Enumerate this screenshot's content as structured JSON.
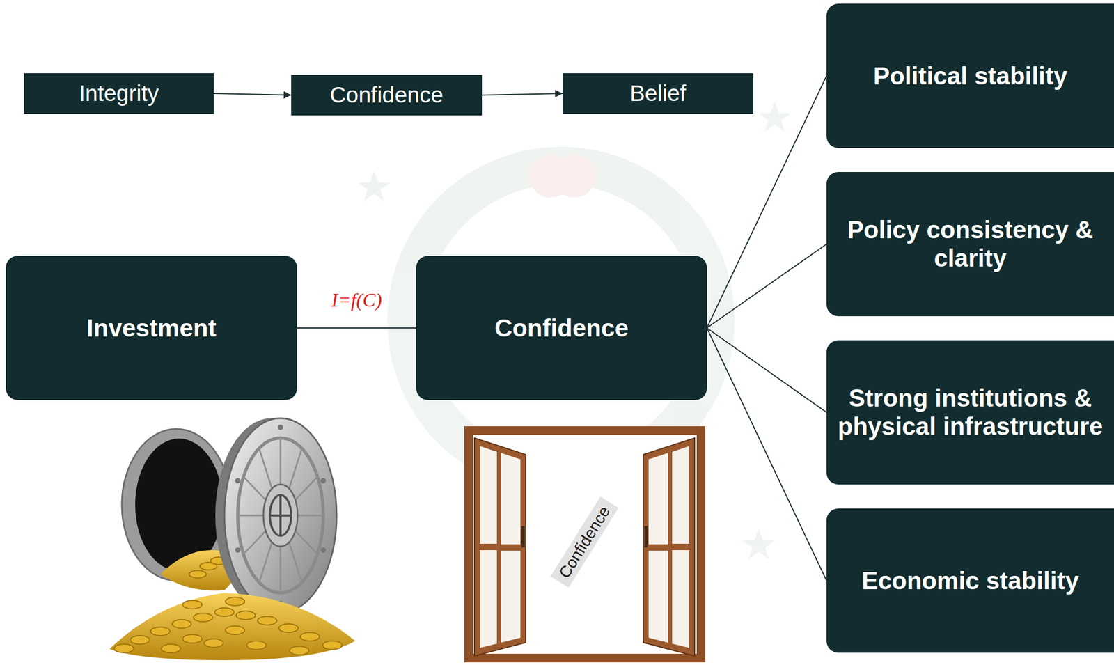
{
  "diagram": {
    "nodes": [
      {
        "text": [
          "Integrity"
        ]
      },
      {
        "text": [
          "Confidence"
        ]
      },
      {
        "text": [
          "Belief"
        ]
      },
      {
        "text": [
          "Investment"
        ]
      },
      {
        "text": [
          "Confidence"
        ]
      },
      {
        "text": [
          "Political stability"
        ]
      },
      {
        "text": [
          "Policy consistency & clarity"
        ]
      },
      {
        "text": [
          "Strong institutions & physical infrastructure"
        ]
      },
      {
        "text": [
          "Economic stability"
        ]
      }
    ],
    "edges": [
      {
        "from": 0,
        "to": 1,
        "arrow": "to"
      },
      {
        "from": 1,
        "to": 2,
        "arrow": "to"
      },
      {
        "from": 3,
        "to": 4,
        "label": "I=f(C)",
        "arrow": "none"
      },
      {
        "from": 4,
        "to": 5,
        "arrow": "none"
      },
      {
        "from": 4,
        "to": 6,
        "arrow": "none"
      },
      {
        "from": 4,
        "to": 7,
        "arrow": "none"
      },
      {
        "from": 4,
        "to": 8,
        "arrow": "none"
      }
    ],
    "labels": [
      "Confidence"
    ]
  }
}
